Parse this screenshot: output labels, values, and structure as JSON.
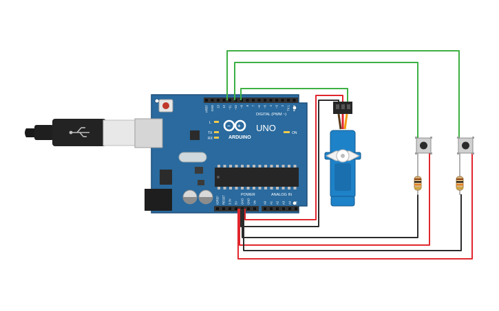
{
  "board": {
    "model_label": "UNO",
    "brand_label": "ARDUINO",
    "digital_label": "DIGITAL (PWM ~)",
    "power_label": "POWER",
    "analog_label": "ANALOG IN",
    "on_label": "ON",
    "led_labels": [
      "L",
      "TX",
      "RX"
    ],
    "header_pins_digital": [
      "AREF",
      "GND",
      "13",
      "12",
      "~11",
      "~10",
      "~9",
      "8",
      "7",
      "~6",
      "~5",
      "4",
      "~3",
      "2",
      "TX 1",
      "RX 0"
    ],
    "header_pins_power": [
      "IOREF",
      "RESET",
      "3.3V",
      "5V",
      "GND",
      "GND",
      "Vin"
    ],
    "header_pins_analog": [
      "A0",
      "A1",
      "A2",
      "A3",
      "A4",
      "A5"
    ]
  },
  "colors": {
    "board": "#2a6a9e",
    "wire_green": "#3cb043",
    "wire_red": "#e0262c",
    "wire_black": "#2b2b2b",
    "servo": "#1e82c8",
    "header": "#333333"
  },
  "icons": [
    "usb-symbol-icon",
    "arduino-infinity-logo-icon"
  ]
}
